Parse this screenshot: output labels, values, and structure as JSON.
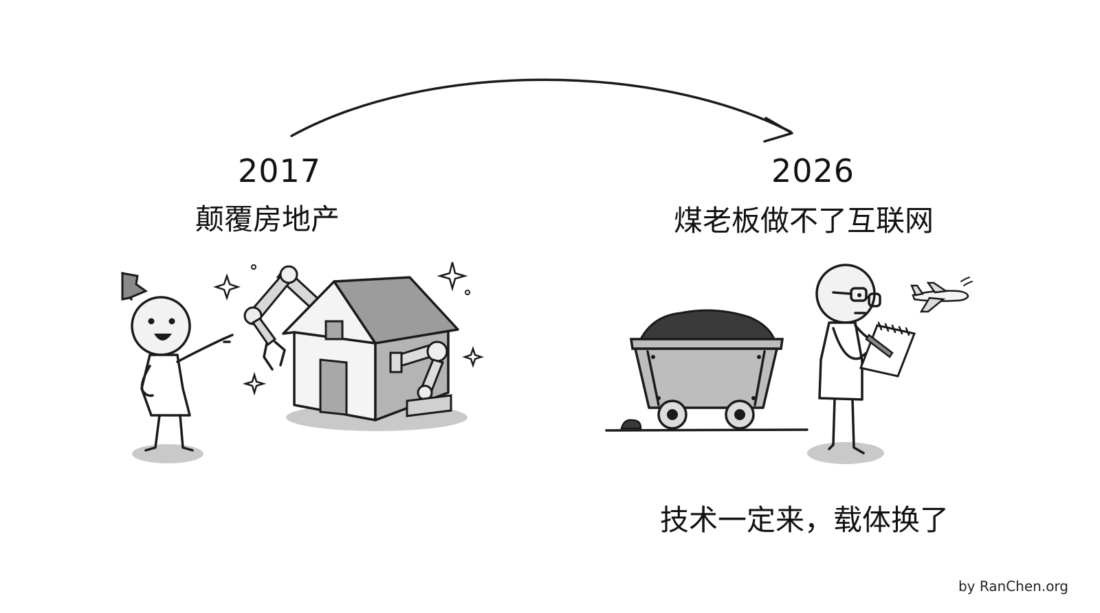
{
  "left": {
    "year": "2017",
    "caption": "颠覆房地产"
  },
  "right": {
    "year": "2026",
    "caption": "煤老板做不了互联网"
  },
  "bottom_note": "技术一定来，载体换了",
  "credit": "by RanChen.org",
  "colors": {
    "ink": "#1a1a1a",
    "shadow": "#c9c9c9",
    "grey_fill": "#a8a8a8",
    "light_fill": "#eeeeee",
    "coal": "#3a3a3a"
  }
}
